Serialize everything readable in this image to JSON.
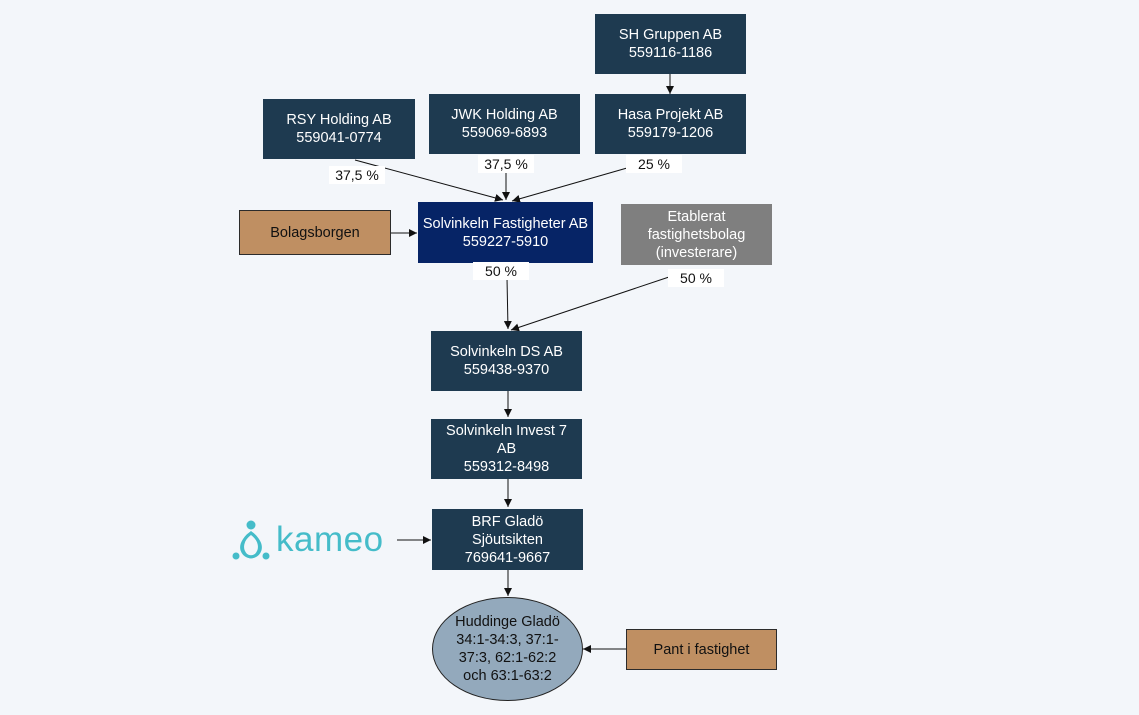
{
  "entities": {
    "sh_gruppen": {
      "lines": [
        "SH Gruppen AB",
        "559116-1186"
      ]
    },
    "rsy_holding": {
      "lines": [
        "RSY Holding AB",
        "559041-0774"
      ]
    },
    "jwk_holding": {
      "lines": [
        "JWK Holding AB",
        "559069-6893"
      ]
    },
    "hasa_projekt": {
      "lines": [
        "Hasa Projekt AB",
        "559179-1206"
      ]
    },
    "bolagsborgen": {
      "lines": [
        "Bolagsborgen"
      ]
    },
    "solvinkeln_fastigheter": {
      "lines": [
        "Solvinkeln Fastigheter AB",
        "559227-5910"
      ]
    },
    "etablerat": {
      "lines": [
        "Etablerat",
        "fastighetsbolag",
        "(investerare)"
      ]
    },
    "solvinkeln_ds": {
      "lines": [
        "Solvinkeln DS AB",
        "559438-9370"
      ]
    },
    "solvinkeln_invest": {
      "lines": [
        "Solvinkeln Invest 7",
        "AB",
        "559312-8498"
      ]
    },
    "brf_glado": {
      "lines": [
        "BRF Gladö",
        "Sjöutsikten",
        "769641-9667"
      ]
    },
    "huddinge_glado": {
      "lines": [
        "Huddinge Gladö",
        "34:1-34:3, 37:1-",
        "37:3, 62:1-62:2",
        "och 63:1-63:2"
      ]
    },
    "pant": {
      "lines": [
        "Pant i fastighet"
      ]
    }
  },
  "ownership": {
    "rsy": "37,5 %",
    "jwk": "37,5 %",
    "hasa": "25 %",
    "fastigheter": "50 %",
    "etablerat": "50 %"
  },
  "logo": {
    "text": "kameo",
    "icon": "kameo-logo-icon"
  },
  "colors": {
    "company_box": "#1e3a50",
    "highlight_box": "#062466",
    "investor_box": "#7f7f7f",
    "guarantee_box": "#bf8f62",
    "property_oval": "#93a9bc",
    "logo": "#45bcc9",
    "background": "#f3f6fa"
  }
}
